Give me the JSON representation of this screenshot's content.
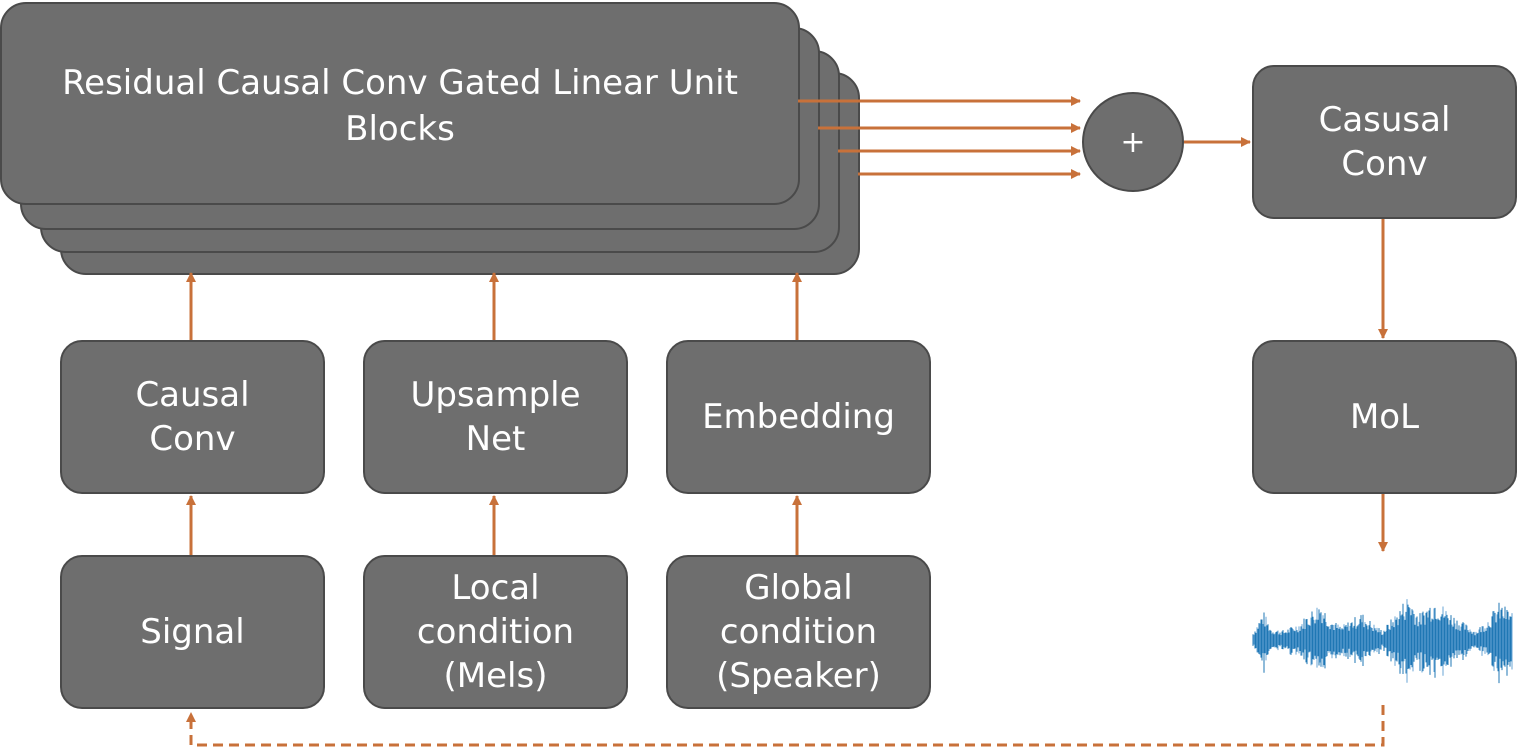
{
  "colors": {
    "box": "#6e6e6e",
    "border": "#4a4a4a",
    "arrow": "#c8713a",
    "wave": "#1f77b4"
  },
  "blocks": {
    "label": "Residual Causal Conv Gated Linear Unit\nBlocks"
  },
  "sum": {
    "label": "+"
  },
  "output_conv": {
    "label": "Casusal\nConv"
  },
  "mol": {
    "label": "MoL"
  },
  "causal_conv": {
    "label": "Causal\nConv"
  },
  "upsample": {
    "label": "Upsample\nNet"
  },
  "embedding": {
    "label": "Embedding"
  },
  "signal": {
    "label": "Signal"
  },
  "local_condition": {
    "label": "Local\ncondition\n(Mels)"
  },
  "global_condition": {
    "label": "Global\ncondition\n(Speaker)"
  },
  "waveform": {
    "icon": "audio-waveform-icon"
  }
}
